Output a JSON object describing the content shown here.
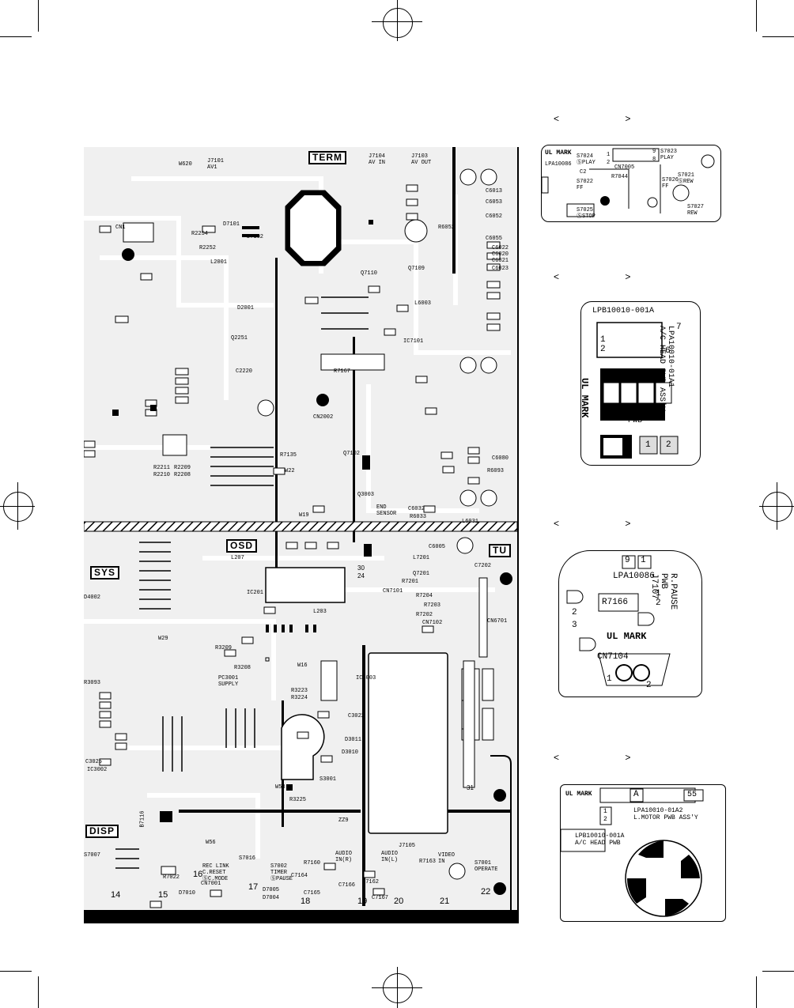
{
  "sections": {
    "term": "TERM",
    "osd": "OSD",
    "sys": "SYS",
    "tu": "TU",
    "disp": "DISP"
  },
  "board_labels": {
    "j7101": "J7101\nAV1",
    "j7104": "J7104\nAV IN",
    "j7103": "J7103\nAV OUT",
    "end_sensor": "END\nSENSOR",
    "pc3001": "PC3001\nSUPPLY",
    "rec_link": "REC LINK\nC.RESET\nⓈC.MODE",
    "s7002": "S7002\nTIMER\nⓈPAUSE",
    "audio_r": "AUDIO\nIN(R)",
    "audio_l": "AUDIO\nIN(L)",
    "video_in": "VIDEO\nIN",
    "s7001": "S7001\nOPERATE",
    "j7105": "J7105",
    "cn2002": "CN2002",
    "cn1": "CN1",
    "ic201": "IC201",
    "ic3003": "IC3003",
    "ic3002": "IC3002",
    "l203": "L203",
    "l207": "L207",
    "r7135": "R7135",
    "r3209": "R3209",
    "r3208": "R3208",
    "r3223": "R3223",
    "r3224": "R3224",
    "r3225": "R3225",
    "c3022": "C3022",
    "d3011": "D3011",
    "d3010": "D3010",
    "s3001": "S3001",
    "q3003": "Q3003",
    "q7102": "Q7102",
    "r7022": "R7022",
    "d7010": "D7010",
    "cn7001": "CN7001",
    "cn7101": "CN7101",
    "cn7102": "CN7102",
    "cn6701": "CN6701",
    "r7204": "R7204",
    "r7203": "R7203",
    "r7202": "R7202",
    "r7201": "R7201",
    "q7201": "Q7201",
    "l7201": "L7201",
    "c7202": "C7202",
    "c6005": "C6005",
    "l6031": "L6031",
    "r6033": "R6033",
    "l6003": "L6003",
    "r6052": "R6052",
    "q7109": "Q7109",
    "q7110": "Q7110",
    "ic7101": "IC7101",
    "r7167": "R7167",
    "d7101": "D7101",
    "d7102": "D7102",
    "r2254": "R2254",
    "r2252": "R2252",
    "l2001": "L2001",
    "d2001": "D2001",
    "q2251": "Q2251",
    "c2220": "C2220",
    "r2211": "R2211",
    "r2210": "R2210",
    "r2209": "R2209",
    "r2208": "R2208",
    "d4002": "D4002",
    "r3093": "R3093",
    "c3025": "C3025",
    "b7116": "B7116",
    "s7007": "S7007",
    "w620": "W620",
    "w19": "W19",
    "w22": "W22",
    "w16": "W16",
    "w29": "W29",
    "w56": "W56",
    "w53": "W53",
    "zz9": "ZZ9",
    "s7016": "S7016",
    "d7004": "D7004",
    "d7005": "D7005",
    "r7160": "R7160",
    "r7162": "R7162",
    "r7163": "R7163",
    "c7164": "C7164",
    "c7165": "C7165",
    "c7166": "C7166",
    "c7167": "C7167",
    "c6020": "C6020",
    "c6021": "C6021",
    "c6022": "C6022",
    "c6023": "C6023",
    "c6053": "C6053",
    "c6052": "C6052",
    "c6055": "C6055",
    "c6013": "C6013",
    "c6080": "C6080",
    "r6093": "R6093",
    "c6032": "C6032"
  },
  "edge_numbers": [
    "14",
    "15",
    "16",
    "17",
    "18",
    "19",
    "20",
    "21",
    "22",
    "24",
    "30",
    "31"
  ],
  "brackets": {
    "b1": "<    >",
    "b2": "<    >",
    "b3": "<    >",
    "b4": "<    >"
  },
  "pwb1": {
    "ul_mark": "UL MARK",
    "pwb_no": "LPA10086",
    "label_c2": "C2",
    "s7024": "S7024\nⓈPLAY",
    "s7023": "S7023\nPLAY",
    "s7022": "S7022\nFF",
    "r7044": "R7044",
    "cn7005": "CN7005",
    "s7021": "S7021\nⓈREW",
    "s7025": "S7025\nⓈSTOP",
    "s7027": "S7027\nREW",
    "s7026": "S7026\nFF",
    "pin1": "1",
    "pin9": "9",
    "pin8": "8",
    "pin2": "2"
  },
  "pwb2": {
    "pwb_no": "LPB10010-001A",
    "side_no": "LPA10010-01A1\nA/C HEAD PWB ASS'Y",
    "center": "A/C HEAD\nPWB",
    "ul_mark": "UL MARK",
    "pin1": "1",
    "pin2": "2",
    "pin6": "6",
    "pin7": "7",
    "box1": "1",
    "box2": "2"
  },
  "pwb3": {
    "box9": "9",
    "box1": "1",
    "pwb_no": "LPA10086",
    "side": "R.PAUSE\nPWB\nJ7107",
    "r7166": "R7166",
    "ul_mark": "UL MARK",
    "cn7104": "CN7104",
    "pin1": "1",
    "pin2": "2",
    "pin3": "3",
    "pinr1": "1",
    "pinr2": "2"
  },
  "pwb4": {
    "ul_mark": "UL MARK",
    "box_a": "A",
    "box55": "55",
    "pwb_no": "LPA10010-01A2\nL.MOTOR PWB ASS'Y",
    "sub_no": "LPB10010-001A\nA/C HEAD PWB",
    "pin1": "1",
    "pin2": "2"
  }
}
